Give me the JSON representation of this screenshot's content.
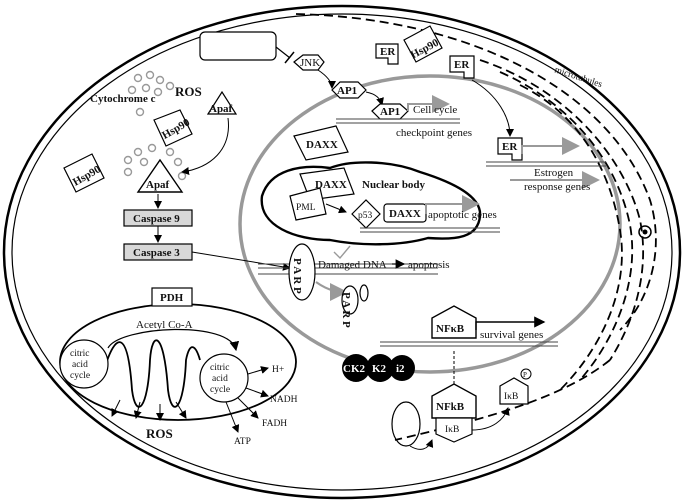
{
  "labels": {
    "jnk": "JNK",
    "ros_top": "ROS",
    "cytochrome_c": "Cytochrome c",
    "hsp90_cyto": "Hsp90",
    "apaf_free": "Apaf",
    "hsp90_left": "Hsp90",
    "apaf_complex": "Apaf",
    "caspase9": "Caspase 9",
    "caspase3": "Caspase 3",
    "ap1_cyto": "AP1",
    "ap1_nuc": "AP1",
    "cell_cycle_1": "Cell cycle",
    "cell_cycle_2": "checkpoint genes",
    "er_1": "ER",
    "hsp90_er": "Hsp90",
    "er_2": "ER",
    "er_nuc": "ER",
    "estrogen_1": "Estrogen",
    "estrogen_2": "response genes",
    "microtubules": "microtubules",
    "daxx_1": "DAXX",
    "daxx_2": "DAXX",
    "pml": "PML",
    "nuclear_body": "Nuclear body",
    "p53": "p53",
    "daxx_3": "DAXX",
    "apoptotic_genes": "apoptotic genes",
    "parp_1": "P A R P",
    "damaged_dna": "Damaged DNA",
    "apoptosis": "apoptosis",
    "parp_2": "P A R P",
    "nfkb_nuc": "NFκB",
    "survival_genes": "survival genes",
    "ck2": "CK2",
    "k2": "K2",
    "i2": "i2",
    "pdh": "PDH",
    "acetyl_coa": "Acetyl Co-A",
    "citric_left_1": "citric",
    "citric_left_2": "acid",
    "citric_left_3": "cycle",
    "citric_right_1": "citric",
    "citric_right_2": "acid",
    "citric_right_3": "cycle",
    "h_plus": "H+",
    "nadh": "NADH",
    "fadh": "FADH",
    "atp": "ATP",
    "ros_bottom": "ROS",
    "nfkb_cyto": "NFkB",
    "ikb_1": "IκB",
    "ikb_2": "IκB",
    "p_symbol": "P"
  }
}
